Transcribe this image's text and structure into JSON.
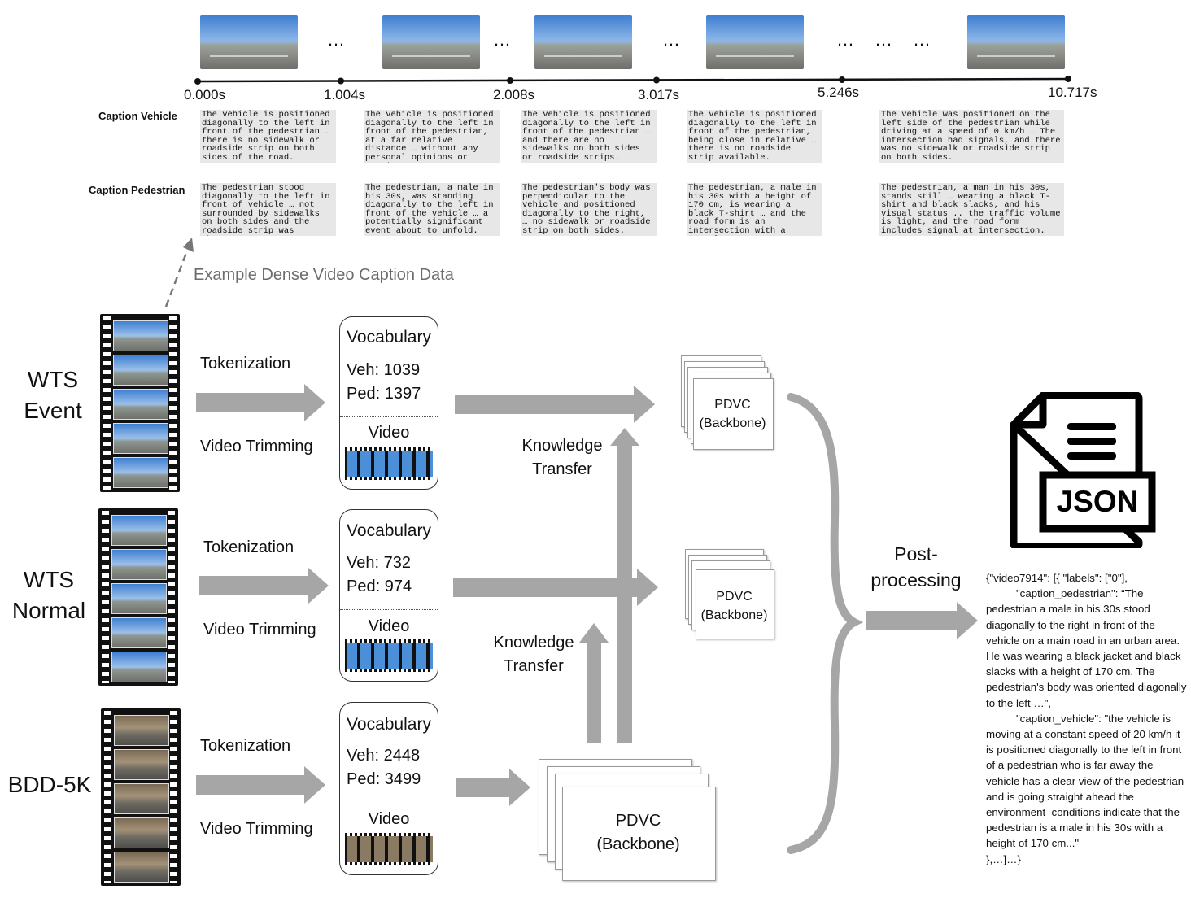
{
  "timeline": {
    "ellipsis": "…",
    "ticks": [
      "0.000s",
      "1.004s",
      "2.008s",
      "3.017s",
      "5.246s",
      "10.717s"
    ]
  },
  "captions": {
    "vehicle_label": "Caption Vehicle",
    "pedestrian_label": "Caption Pedestrian",
    "vehicle": [
      "The vehicle is positioned diagonally to the left in front of the pedestrian … there is no sidewalk or roadside strip on both sides of the road.",
      "The vehicle is positioned diagonally to the left in front of the pedestrian, at a far relative distance … without any personal opinions or emotions.",
      "The vehicle is positioned diagonally to the left in front of the pedestrian … and there are no sidewalks on both sides or roadside strips.",
      "The vehicle is positioned diagonally to the left in front of the pedestrian, being close in relative … there is no roadside strip available.",
      "The vehicle was positioned on the left side of the pedestrian while driving at a speed of 0 km/h … The intersection had signals, and there was no sidewalk or roadside strip on both sides."
    ],
    "pedestrian": [
      "The pedestrian stood diagonally to the left in front of vehicle … not surrounded by sidewalks on both sides and the roadside strip was absent.",
      "The pedestrian, a male in his 30s, was standing diagonally to the left in front of the vehicle … a potentially significant event about to unfold.",
      "The pedestrian's body was perpendicular to the vehicle and positioned diagonally to the right, … no sidewalk or roadside strip on both sides.",
      "The pedestrian, a male in his 30s with a height of 170 cm, is wearing a black T-shirt … and the road form is an intersection with a signal",
      "The pedestrian, a man in his 30s, stands still … wearing a black T-shirt and black slacks, and his visual status .. the traffic volume is light, and the road form includes signal at intersection."
    ]
  },
  "example_label": "Example Dense Video Caption Data",
  "datasets": [
    {
      "name_line1": "WTS",
      "name_line2": "Event",
      "tokenization": "Tokenization",
      "trimming": "Video Trimming",
      "vocab_title": "Vocabulary",
      "veh": "Veh: 1039",
      "ped": "Ped: 1397",
      "video": "Video"
    },
    {
      "name_line1": "WTS",
      "name_line2": "Normal",
      "tokenization": "Tokenization",
      "trimming": "Video Trimming",
      "vocab_title": "Vocabulary",
      "veh": "Veh: 732",
      "ped": "Ped: 974",
      "video": "Video"
    },
    {
      "name_line1": "BDD-5K",
      "name_line2": "",
      "tokenization": "Tokenization",
      "trimming": "Video Trimming",
      "vocab_title": "Vocabulary",
      "veh": "Veh: 2448",
      "ped": "Ped: 3499",
      "video": "Video"
    }
  ],
  "backbone": {
    "line1": "PDVC",
    "line2": "(Backbone)"
  },
  "knowledge_transfer": {
    "line1": "Knowledge",
    "line2": "Transfer"
  },
  "post_processing": {
    "line1": "Post-",
    "line2": "processing"
  },
  "json_icon_label": "JSON",
  "json_output": "{\"video7914\": [{ \"labels\": [\"0\"],\n          \"caption_pedestrian\": “The pedestrian a male in his 30s stood diagonally to the right in front of the vehicle on a main road in an urban area. He was wearing a black jacket and black slacks with a height of 170 cm. The pedestrian's body was oriented diagonally to the left …\",\n          \"caption_vehicle\": \"the vehicle is moving at a constant speed of 20 km/h it is positioned diagonally to the left in front of a pedestrian who is far away the vehicle has a clear view of the pedestrian and is going straight ahead the environment  conditions indicate that the pedestrian is a male in his 30s with a height of 170 cm...\"\n},…]…}",
  "colors": {
    "arrow": "#a6a6a6",
    "caption_bg": "#e7e7e7",
    "timeline": "#111111"
  }
}
